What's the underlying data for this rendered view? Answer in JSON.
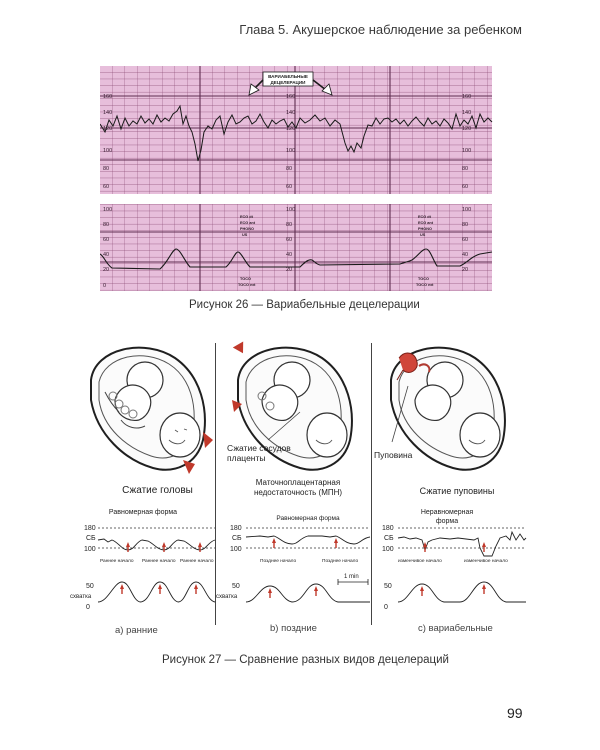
{
  "header": {
    "chapter": "Глава 5. Акушерское наблюдение за ребенком"
  },
  "figure26": {
    "caption": "Рисунок 26 — Вариабельные децелерации",
    "callout": [
      "ВАРИАБЕЛЬНЫЕ",
      "ДЕЦЕЛЕРАЦИИ"
    ],
    "fhr_ticks": [
      "160",
      "140",
      "120",
      "100",
      "80",
      "60"
    ],
    "toco_ticks": [
      "100",
      "80",
      "60",
      "40",
      "20",
      "0"
    ],
    "stamp": [
      "ECG dt",
      "ECG ant",
      "PHONO",
      "US",
      "TOCO",
      "TOCO ext"
    ]
  },
  "figure27": {
    "caption": "Рисунок 27 — Сравнение разных видов децелераций",
    "y180": "180",
    "ysb": "СБ",
    "y100": "100",
    "y50": "50",
    "y0": "0",
    "contraction": "схватка",
    "one_min": "1 min",
    "panels": [
      {
        "title": "Сжатие головы",
        "form": "Равномерная форма",
        "onset_labels": [
          "Раннее начало",
          "Раннее начало",
          "Раннее начало"
        ],
        "footer": "а) ранние"
      },
      {
        "pointer_label": "Сжатие сосудов плаценты",
        "title": "Маточноплацентарная недостаточность (МПН)",
        "form": "Равномерная форма",
        "onset_labels": [
          "Позднее начало",
          "Позднее начало"
        ],
        "footer": "b) поздние"
      },
      {
        "pointer_label": "Пуповина",
        "title": "Сжатие пуповины",
        "form": "Неравномерная форма",
        "onset_labels": [
          "изменчивое начало",
          "изменчивое начало"
        ],
        "footer": "с) вариабельные"
      }
    ]
  },
  "page_number": "99"
}
